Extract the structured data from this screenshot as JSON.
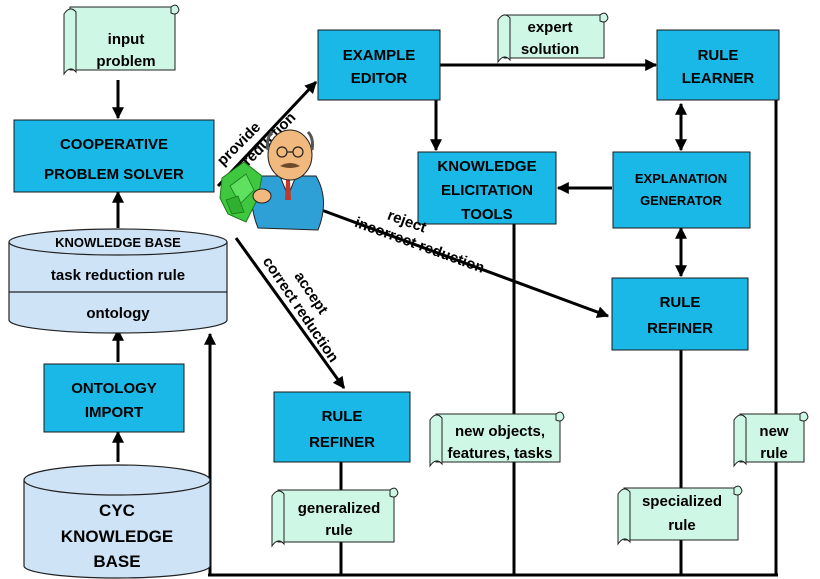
{
  "colors": {
    "module_fill": "#1ab8e6",
    "scroll_fill": "#cff7e6",
    "database_fill": "#cfe3f7",
    "line": "#000000"
  },
  "modules": {
    "example_editor": [
      "EXAMPLE",
      "EDITOR"
    ],
    "rule_learner": [
      "RULE",
      "LEARNER"
    ],
    "cooperative_problem_solver": [
      "COOPERATIVE",
      "PROBLEM SOLVER"
    ],
    "knowledge_elicitation_tools": [
      "KNOWLEDGE",
      "ELICITATION",
      "TOOLS"
    ],
    "explanation_generator": [
      "EXPLANATION",
      "GENERATOR"
    ],
    "rule_refiner_right": [
      "RULE",
      "REFINER"
    ],
    "ontology_import": [
      "ONTOLOGY",
      "IMPORT"
    ],
    "rule_refiner_bottom": [
      "RULE",
      "REFINER"
    ]
  },
  "scrolls": {
    "input_problem": [
      "input",
      "problem"
    ],
    "expert_solution": [
      "expert",
      "solution"
    ],
    "new_objects": [
      "new objects,",
      "features, tasks"
    ],
    "new_rule": [
      "new",
      "rule"
    ],
    "generalized_rule": [
      "generalized",
      "rule"
    ],
    "specialized_rule": [
      "specialized",
      "rule"
    ]
  },
  "knowledge_base": {
    "title": "KNOWLEDGE BASE",
    "rule_section": "task reduction rule",
    "ontology_section": "ontology"
  },
  "cyc_knowledge_base": [
    "CYC",
    "KNOWLEDGE",
    "BASE"
  ],
  "flow_labels": {
    "provide": [
      "provide",
      "new reduction"
    ],
    "reject": [
      "reject",
      "incorrect reduction"
    ],
    "accept": [
      "accept",
      "correct reduction"
    ]
  },
  "icons": {
    "expert": "expert-with-money-icon"
  }
}
